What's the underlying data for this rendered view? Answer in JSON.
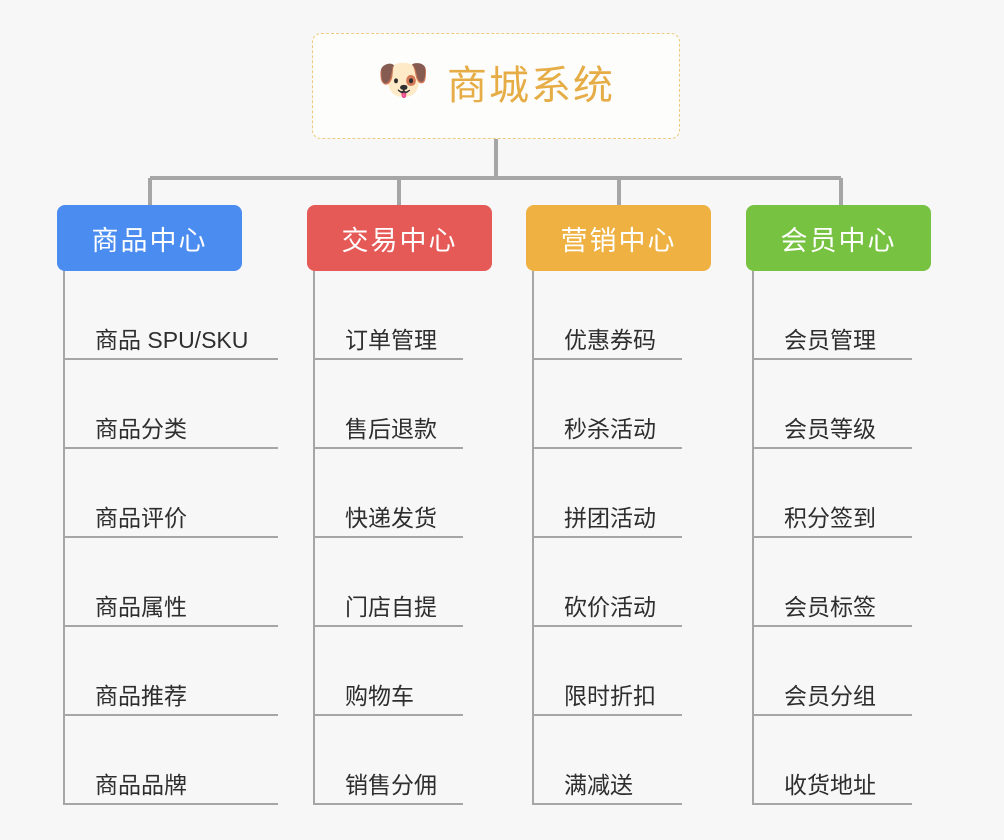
{
  "diagram": {
    "type": "org-chart-mindmap",
    "background_color": "#f7f7f7",
    "root": {
      "title": "商城系统",
      "icon": "dog-face-emoji",
      "icon_glyph": "🐶",
      "title_color": "#e6ac45",
      "border_color": "#eec97e",
      "border_style": "dashed"
    },
    "branches": [
      {
        "label": "商品中心",
        "color": "#4a8cf0",
        "leaves": [
          "商品 SPU/SKU",
          "商品分类",
          "商品评价",
          "商品属性",
          "商品推荐",
          "商品品牌"
        ]
      },
      {
        "label": "交易中心",
        "color": "#e55a57",
        "leaves": [
          "订单管理",
          "售后退款",
          "快递发货",
          "门店自提",
          "购物车",
          "销售分佣"
        ]
      },
      {
        "label": "营销中心",
        "color": "#eeb142",
        "leaves": [
          "优惠券码",
          "秒杀活动",
          "拼团活动",
          "砍价活动",
          "限时折扣",
          "满减送"
        ]
      },
      {
        "label": "会员中心",
        "color": "#77c341",
        "leaves": [
          "会员管理",
          "会员等级",
          "积分签到",
          "会员标签",
          "会员分组",
          "收货地址"
        ]
      }
    ],
    "connector_color": "#a6a6a6"
  }
}
